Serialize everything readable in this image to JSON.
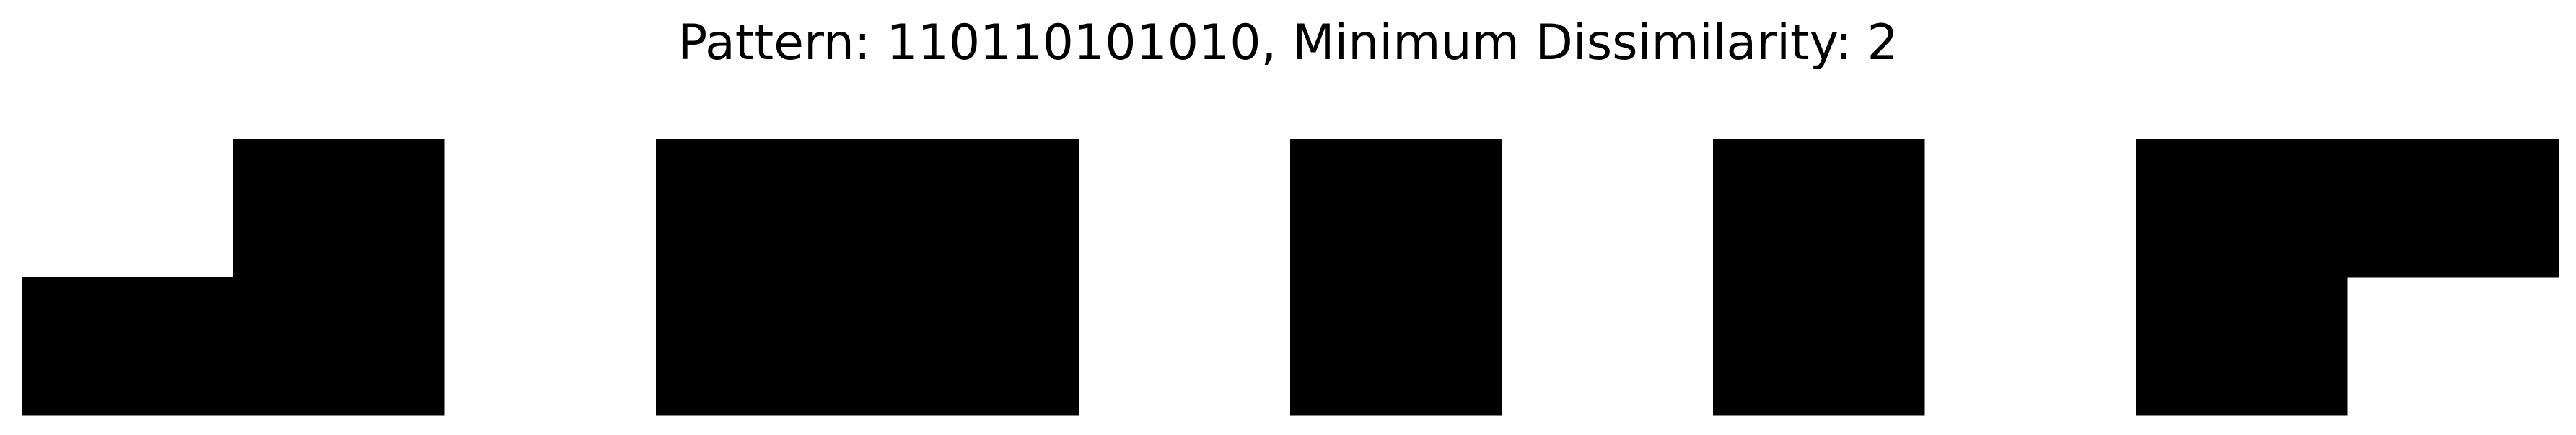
{
  "figure": {
    "title": "Pattern: 110110101010, Minimum Dissimilarity: 2",
    "fill_color": "#000000",
    "background_color": "#ffffff"
  },
  "panels": [
    {
      "name": "panel-1",
      "grid": [
        [
          0,
          1
        ],
        [
          1,
          1
        ]
      ]
    },
    {
      "name": "panel-2",
      "grid": [
        [
          1,
          1
        ],
        [
          1,
          1
        ]
      ]
    },
    {
      "name": "panel-3",
      "grid": [
        [
          1
        ],
        [
          1
        ]
      ]
    },
    {
      "name": "panel-4",
      "grid": [
        [
          1
        ],
        [
          1
        ]
      ]
    },
    {
      "name": "panel-5",
      "grid": [
        [
          1,
          1
        ],
        [
          1,
          0
        ]
      ]
    }
  ]
}
